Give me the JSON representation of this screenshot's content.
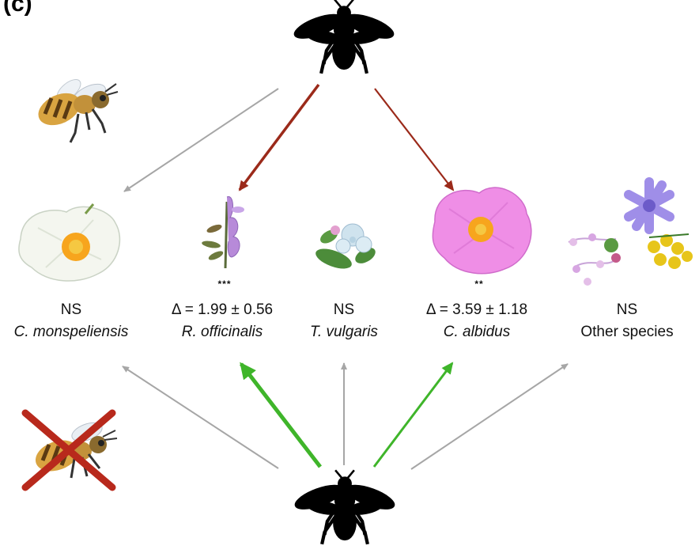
{
  "panel_label": "(c)",
  "taxa": [
    {
      "id": "c-monspeliensis",
      "stat": "NS",
      "species": "C. monspeliensis",
      "italic": true,
      "sig": ""
    },
    {
      "id": "r-officinalis",
      "stat": "Δ = 1.99 ± 0.56",
      "species": "R. officinalis",
      "italic": true,
      "sig": "***"
    },
    {
      "id": "t-vulgaris",
      "stat": "NS",
      "species": "T. vulgaris",
      "italic": true,
      "sig": ""
    },
    {
      "id": "c-albidus",
      "stat": "Δ = 3.59 ± 1.18",
      "species": "C. albidus",
      "italic": true,
      "sig": "**"
    },
    {
      "id": "other",
      "stat": "NS",
      "species": "Other species",
      "italic": false,
      "sig": ""
    }
  ],
  "colors": {
    "ns_arrow": "#a6a6a6",
    "top_significant_arrow": "#9b2a1a",
    "bottom_significant_arrow": "#3fb52a",
    "cross": "#b8291c",
    "bee_silhouette": "#000000",
    "honeybee_body": "#d9a441",
    "white_flower": "#f4f6ef",
    "pink_flower": "#ef8ee6",
    "flower_center": "#f7a51d",
    "rosemary": "#b78ad9",
    "thyme": "#cfe3ee",
    "leaf": "#4c8c3a",
    "purple_flower": "#9f8ee8",
    "yellow_flower": "#e7c51a"
  },
  "icons": [
    "carpenter-bee-silhouette",
    "honeybee-icon",
    "crossed-out-honeybee-icon",
    "cistus-monspeliensis-flower",
    "rosemary-flower",
    "thyme-flower",
    "cistus-albidus-flower",
    "other-species-flowers"
  ]
}
